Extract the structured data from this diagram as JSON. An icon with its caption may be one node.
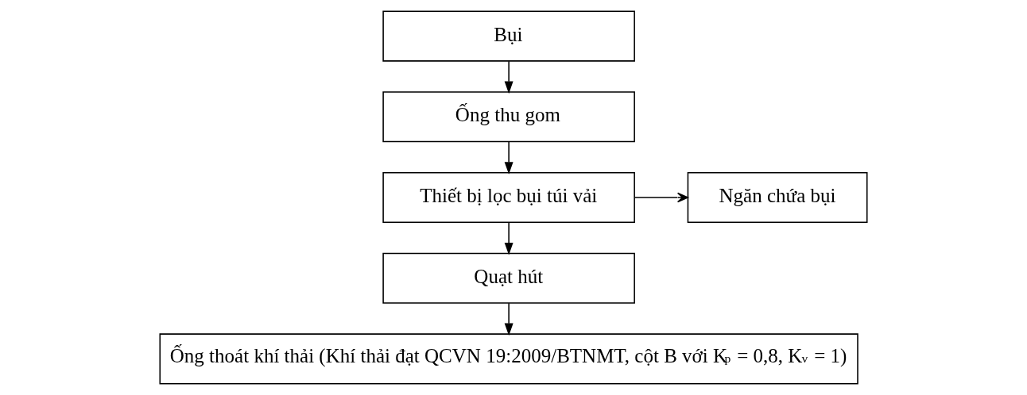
{
  "diagram": {
    "nodes": [
      {
        "text": [
          "Bụi"
        ]
      },
      {
        "text": [
          "Ống thu gom"
        ]
      },
      {
        "text": [
          "Thiết bị lọc bụi túi vải"
        ]
      },
      {
        "text": [
          "Ngăn chứa bụi"
        ]
      },
      {
        "text": [
          "Quạt hút"
        ]
      },
      {
        "text": [
          "Ống thoát khí thải (Khí thải đạt QCVN 19:2009/BTNMT, cột B với K$_{p}$ = 0,8, K$_{v}$ = 1)"
        ]
      }
    ],
    "edges": [
      {
        "from": 0,
        "to": 1,
        "arrow": "to"
      },
      {
        "from": 1,
        "to": 2,
        "arrow": "to"
      },
      {
        "from": 2,
        "to": 3,
        "arrow": "to"
      },
      {
        "from": 2,
        "to": 4,
        "arrow": "to"
      },
      {
        "from": 4,
        "to": 5,
        "arrow": "to"
      }
    ]
  }
}
